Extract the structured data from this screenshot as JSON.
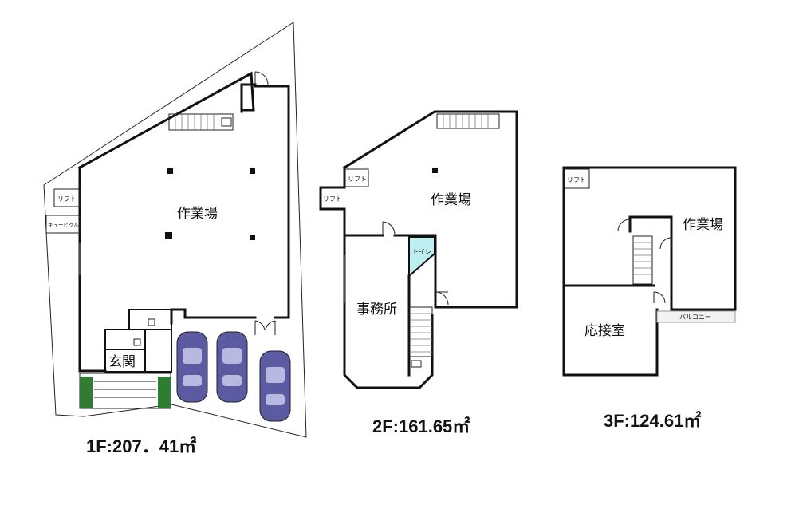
{
  "floor1": {
    "work_area": "作業場",
    "lift": "リフト",
    "cubicle": "キュービクル",
    "entrance": "玄関",
    "area": "1F:207．41㎡"
  },
  "floor2": {
    "work_area": "作業場",
    "lift_1": "リフト",
    "lift_2": "リフト",
    "toilet": "トイレ",
    "office": "事務所",
    "area": "2F:161.65㎡"
  },
  "floor3": {
    "work_area": "作業場",
    "lift": "リフト",
    "reception": "応接室",
    "balcony": "バルコニー",
    "area": "3F:124.61㎡"
  },
  "colors": {
    "wall": "#111111",
    "toilet_fill": "#bfeef0",
    "car_fill": "#5c5aa0",
    "plant_fill": "#2e7d32"
  }
}
